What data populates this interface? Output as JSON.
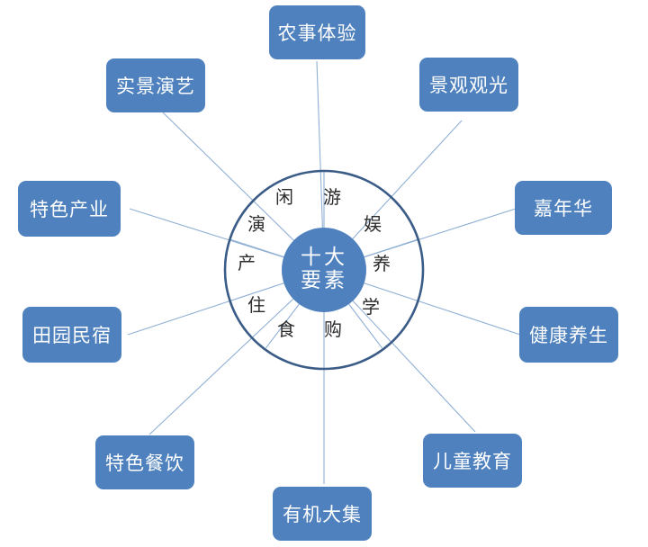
{
  "diagram": {
    "type": "radial-hub-and-spoke",
    "center": {
      "label_line1": "十大",
      "label_line2": "要素",
      "fill_color": "#4E81BD",
      "text_color": "#FFFFFF"
    },
    "ring": {
      "outer_stroke_color": "#3A5C87",
      "divider_color": "#8FAFD4",
      "segments": [
        {
          "char": "闲",
          "angle_deg": 288
        },
        {
          "char": "游",
          "angle_deg": 324
        },
        {
          "char": "娱",
          "angle_deg": 0
        },
        {
          "char": "养",
          "angle_deg": 36
        },
        {
          "char": "学",
          "angle_deg": 72
        },
        {
          "char": "购",
          "angle_deg": 108
        },
        {
          "char": "食",
          "angle_deg": 144
        },
        {
          "char": "住",
          "angle_deg": 180
        },
        {
          "char": "产",
          "angle_deg": 216
        },
        {
          "char": "演",
          "angle_deg": 252
        }
      ]
    },
    "nodes": [
      {
        "label": "农事体验",
        "position": "top"
      },
      {
        "label": "景观观光",
        "position": "top-right"
      },
      {
        "label": "嘉年华",
        "position": "right-upper"
      },
      {
        "label": "健康养生",
        "position": "right-lower"
      },
      {
        "label": "儿童教育",
        "position": "bottom-right"
      },
      {
        "label": "有机大集",
        "position": "bottom"
      },
      {
        "label": "特色餐饮",
        "position": "bottom-left"
      },
      {
        "label": "田园民宿",
        "position": "left-lower"
      },
      {
        "label": "特色产业",
        "position": "left-upper"
      },
      {
        "label": "实景演艺",
        "position": "top-left"
      }
    ],
    "colors": {
      "node_fill": "#4E81BD",
      "node_text": "#FFFFFF",
      "connector_line": "#8FAFD4",
      "ring_border": "#3A5C87",
      "ring_char_text": "#2B2B2B",
      "background": "#FFFFFF"
    }
  }
}
